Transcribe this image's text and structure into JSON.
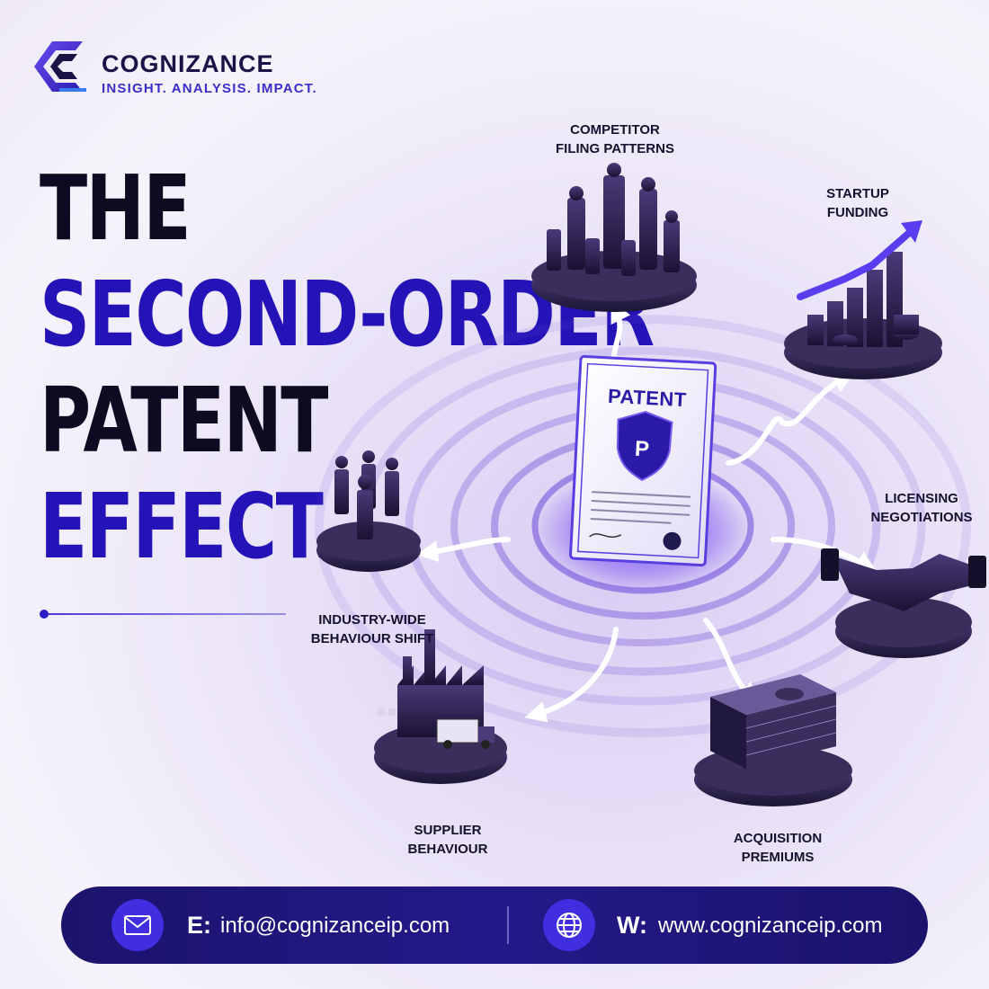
{
  "brand": {
    "name": "COGNIZANCE",
    "tagline": "INSIGHT. ANALYSIS. IMPACT.",
    "colors": {
      "navy": "#1a1446",
      "accent": "#2414b8",
      "violet": "#7a52f0"
    }
  },
  "headline": {
    "line1": "THE",
    "line2": "SECOND-ORDER",
    "line3": "PATENT",
    "line4": "EFFECT",
    "period": "."
  },
  "center": {
    "document_title": "PATENT",
    "shield_letter": "P",
    "icon": "shield-icon"
  },
  "effects": [
    {
      "line1": "COMPETITOR",
      "line2": "FILING PATTERNS",
      "icon": "chess-pieces-icon"
    },
    {
      "line1": "STARTUP",
      "line2": "FUNDING",
      "icon": "growth-chart-icon"
    },
    {
      "line1": "LICENSING",
      "line2": "NEGOTIATIONS",
      "icon": "handshake-icon"
    },
    {
      "line1": "ACQUISITION",
      "line2": "PREMIUMS",
      "icon": "cash-stack-icon"
    },
    {
      "line1": "SUPPLIER",
      "line2": "BEHAVIOUR",
      "icon": "factory-truck-icon"
    },
    {
      "line1": "INDUSTRY-WIDE",
      "line2": "BEHAVIOUR SHIFT",
      "icon": "people-group-icon"
    }
  ],
  "footer": {
    "email_key": "E:",
    "email_value": "info@cognizanceip.com",
    "email_icon": "envelope-icon",
    "web_key": "W:",
    "web_value": "www.cognizanceip.com",
    "web_icon": "globe-icon"
  }
}
